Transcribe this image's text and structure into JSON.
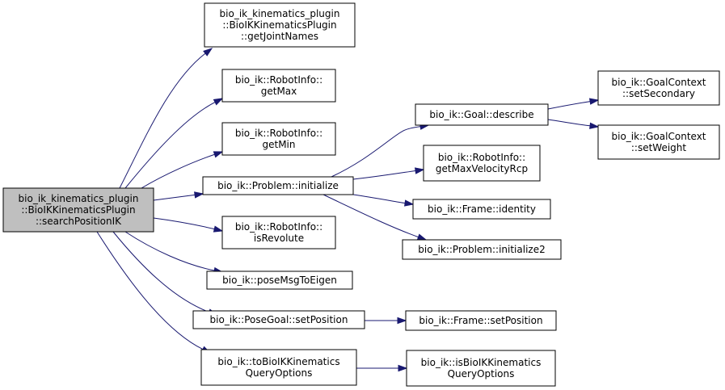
{
  "graph": {
    "edge_color": "#191970",
    "root_fill": "#bfbfbf",
    "nodes": [
      {
        "id": "root",
        "lines": [
          "bio_ik_kinematics_plugin",
          "::BioIKKinematicsPlugin",
          "::searchPositionIK"
        ],
        "root": true
      },
      {
        "id": "getJointNames",
        "lines": [
          "bio_ik_kinematics_plugin",
          "::BioIKKinematicsPlugin",
          "::getJointNames"
        ]
      },
      {
        "id": "getMax",
        "lines": [
          "bio_ik::RobotInfo::",
          "getMax"
        ]
      },
      {
        "id": "getMin",
        "lines": [
          "bio_ik::RobotInfo::",
          "getMin"
        ]
      },
      {
        "id": "initialize",
        "lines": [
          "bio_ik::Problem::initialize"
        ]
      },
      {
        "id": "isRevolute",
        "lines": [
          "bio_ik::RobotInfo::",
          "isRevolute"
        ]
      },
      {
        "id": "poseMsgToEigen",
        "lines": [
          "bio_ik::poseMsgToEigen"
        ]
      },
      {
        "id": "setPosition",
        "lines": [
          "bio_ik::PoseGoal::setPosition"
        ]
      },
      {
        "id": "toBioIK",
        "lines": [
          "bio_ik::toBioIKKinematics",
          "QueryOptions"
        ]
      },
      {
        "id": "describe",
        "lines": [
          "bio_ik::Goal::describe"
        ]
      },
      {
        "id": "getMaxVel",
        "lines": [
          "bio_ik::RobotInfo::",
          "getMaxVelocityRcp"
        ]
      },
      {
        "id": "identity",
        "lines": [
          "bio_ik::Frame::identity"
        ]
      },
      {
        "id": "initialize2",
        "lines": [
          "bio_ik::Problem::initialize2"
        ]
      },
      {
        "id": "frameSetPosition",
        "lines": [
          "bio_ik::Frame::setPosition"
        ]
      },
      {
        "id": "isBioIK",
        "lines": [
          "bio_ik::isBioIKKinematics",
          "QueryOptions"
        ]
      },
      {
        "id": "setSecondary",
        "lines": [
          "bio_ik::GoalContext",
          "::setSecondary"
        ]
      },
      {
        "id": "setWeight",
        "lines": [
          "bio_ik::GoalContext",
          "::setWeight"
        ]
      }
    ],
    "edges": [
      {
        "from": "root",
        "to": "getJointNames"
      },
      {
        "from": "root",
        "to": "getMax"
      },
      {
        "from": "root",
        "to": "getMin"
      },
      {
        "from": "root",
        "to": "initialize"
      },
      {
        "from": "root",
        "to": "isRevolute"
      },
      {
        "from": "root",
        "to": "poseMsgToEigen"
      },
      {
        "from": "root",
        "to": "setPosition"
      },
      {
        "from": "root",
        "to": "toBioIK"
      },
      {
        "from": "initialize",
        "to": "describe"
      },
      {
        "from": "initialize",
        "to": "getMaxVel"
      },
      {
        "from": "initialize",
        "to": "identity"
      },
      {
        "from": "initialize",
        "to": "initialize2"
      },
      {
        "from": "describe",
        "to": "setSecondary"
      },
      {
        "from": "describe",
        "to": "setWeight"
      },
      {
        "from": "setPosition",
        "to": "frameSetPosition"
      },
      {
        "from": "toBioIK",
        "to": "isBioIK"
      }
    ]
  }
}
